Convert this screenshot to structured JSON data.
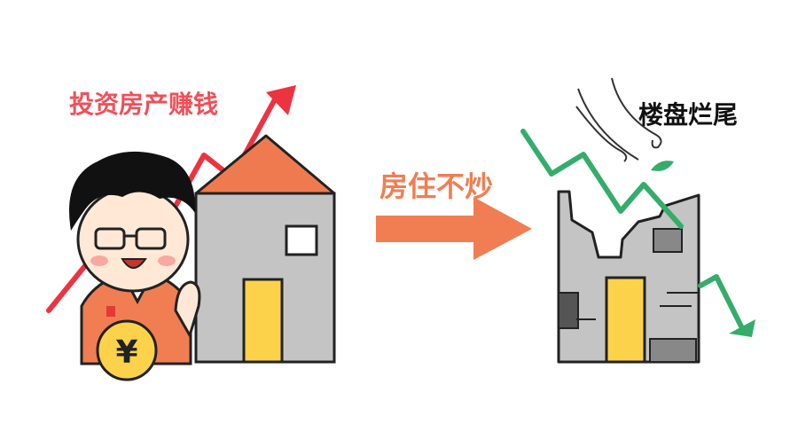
{
  "labels": {
    "left": "投资房产赚钱",
    "center": "房住不炒",
    "right": "楼盘烂尾"
  },
  "coin_symbol": "¥",
  "colors": {
    "red_text": "#f0505a",
    "orange": "#f07e52",
    "green": "#35ad6a",
    "black_text": "#111111",
    "roof": "#f07a50",
    "house_gray": "#c4c4c4",
    "door_yellow": "#fcd24a"
  }
}
